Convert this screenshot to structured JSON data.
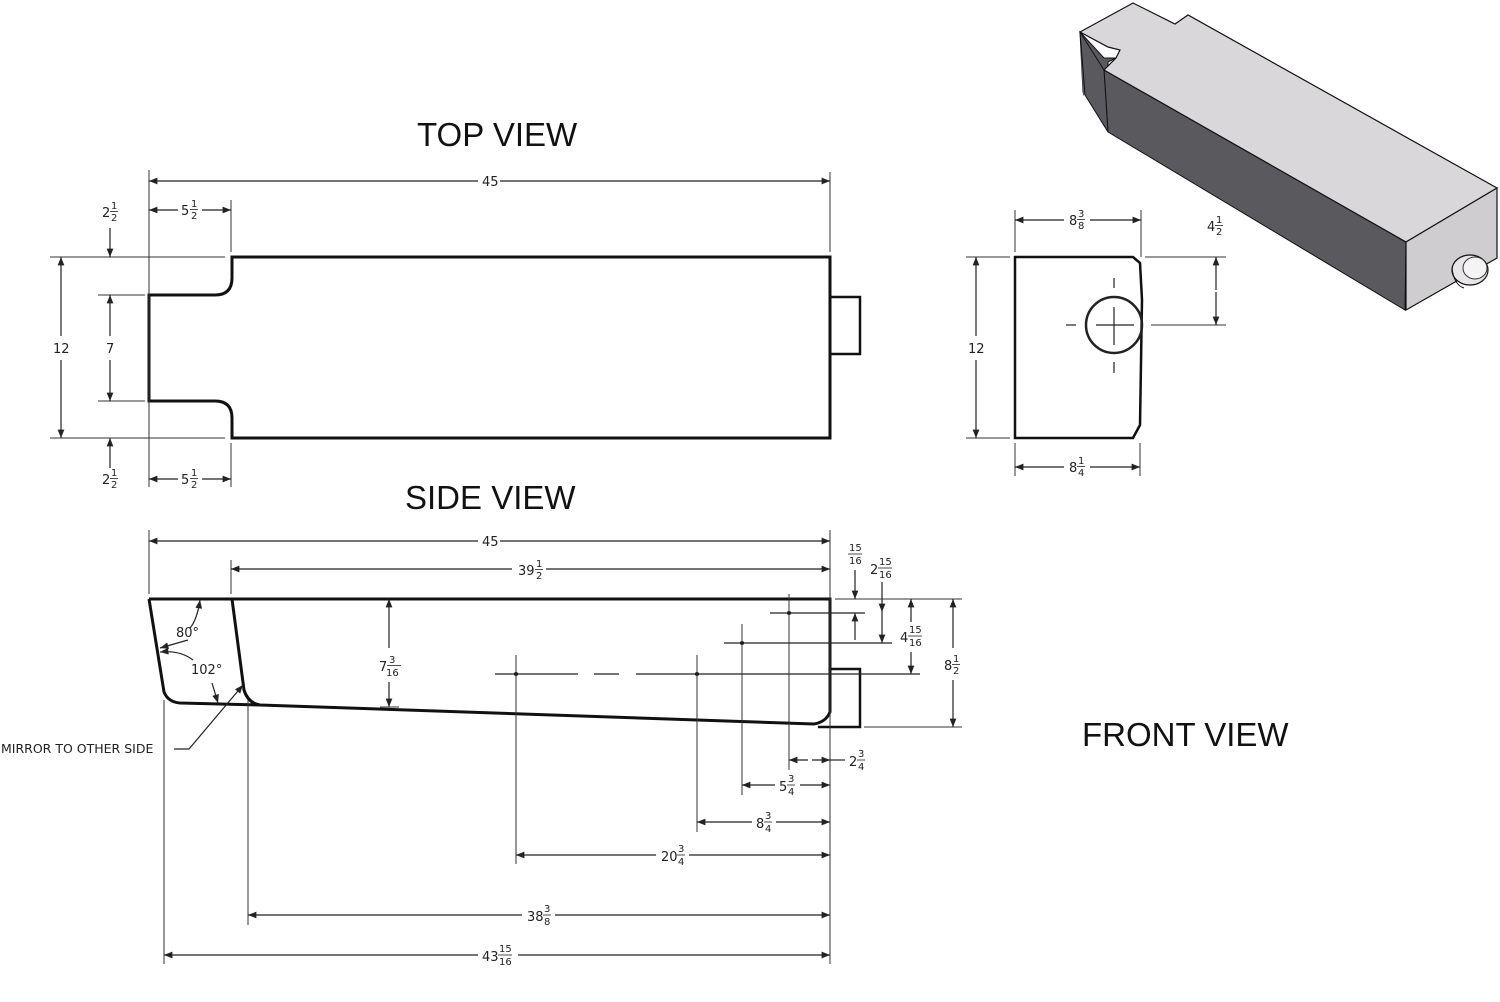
{
  "views": {
    "top": {
      "title": "TOP VIEW"
    },
    "side": {
      "title": "SIDE VIEW"
    },
    "front": {
      "title": "FRONT VIEW"
    }
  },
  "top_view": {
    "overall_length": "45",
    "notch_length_top": {
      "whole": "5",
      "num": "1",
      "den": "2"
    },
    "notch_length_bottom": {
      "whole": "5",
      "num": "1",
      "den": "2"
    },
    "notch_depth_top": {
      "whole": "2",
      "num": "1",
      "den": "2"
    },
    "notch_depth_bottom": {
      "whole": "2",
      "num": "1",
      "den": "2"
    },
    "overall_width": "12",
    "notch_width": "7"
  },
  "front_view": {
    "top_width": {
      "whole": "8",
      "num": "3",
      "den": "8"
    },
    "bottom_width": {
      "whole": "8",
      "num": "1",
      "den": "4"
    },
    "height": "12",
    "port_offset": {
      "whole": "4",
      "num": "1",
      "den": "2"
    }
  },
  "side_view": {
    "overall_length": "45",
    "main_length": {
      "whole": "39",
      "num": "1",
      "den": "2"
    },
    "angle_top": "80°",
    "angle_bottom": "102°",
    "note": "MIRROR TO OTHER SIDE",
    "front_height": {
      "whole": "7",
      "num": "3",
      "den": "16"
    },
    "dim_15_16": {
      "whole": "",
      "num": "15",
      "den": "16"
    },
    "dim_2_15_16": {
      "whole": "2",
      "num": "15",
      "den": "16"
    },
    "dim_4_15_16": {
      "whole": "4",
      "num": "15",
      "den": "16"
    },
    "rear_height": {
      "whole": "8",
      "num": "1",
      "den": "2"
    },
    "dim_2_3_4": {
      "whole": "2",
      "num": "3",
      "den": "4"
    },
    "dim_5_3_4": {
      "whole": "5",
      "num": "3",
      "den": "4"
    },
    "dim_8_3_4": {
      "whole": "8",
      "num": "3",
      "den": "4"
    },
    "dim_20_3_4": {
      "whole": "20",
      "num": "3",
      "den": "4"
    },
    "dim_38_3_8": {
      "whole": "38",
      "num": "3",
      "den": "8"
    },
    "dim_43_15_16": {
      "whole": "43",
      "num": "15",
      "den": "16"
    }
  },
  "colors": {
    "line": "#111111",
    "iso_top": "#d9d7da",
    "iso_side": "#5a5a5e",
    "iso_end": "#cfcdd0"
  }
}
